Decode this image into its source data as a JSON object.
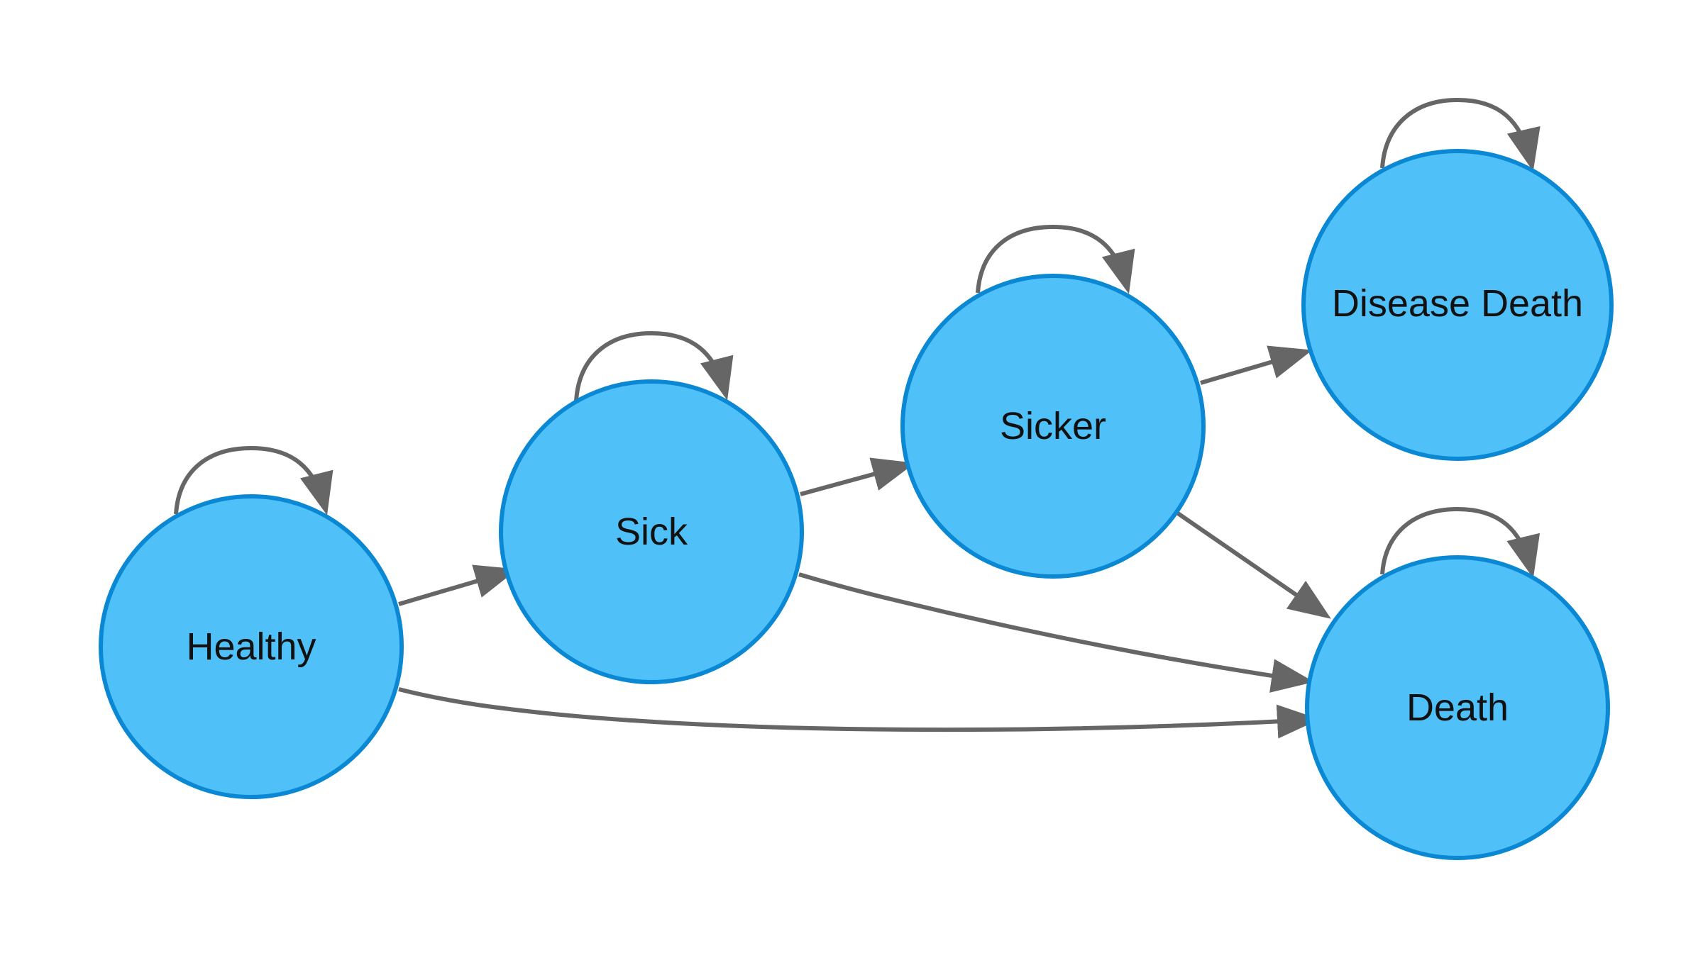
{
  "diagram": {
    "colors": {
      "node_fill": "#4FC0F8",
      "node_stroke": "#0B88D3",
      "edge": "#666666",
      "text": "#111111"
    },
    "nodes": [
      {
        "id": "healthy",
        "label": "Healthy"
      },
      {
        "id": "sick",
        "label": "Sick"
      },
      {
        "id": "sicker",
        "label": "Sicker"
      },
      {
        "id": "disease_death",
        "label": "Disease Death"
      },
      {
        "id": "death",
        "label": "Death"
      }
    ],
    "edges": [
      {
        "from": "healthy",
        "to": "healthy"
      },
      {
        "from": "healthy",
        "to": "sick"
      },
      {
        "from": "healthy",
        "to": "death"
      },
      {
        "from": "sick",
        "to": "sick"
      },
      {
        "from": "sick",
        "to": "sicker"
      },
      {
        "from": "sick",
        "to": "death"
      },
      {
        "from": "sicker",
        "to": "sicker"
      },
      {
        "from": "sicker",
        "to": "disease_death"
      },
      {
        "from": "sicker",
        "to": "death"
      },
      {
        "from": "disease_death",
        "to": "disease_death"
      },
      {
        "from": "death",
        "to": "death"
      }
    ]
  }
}
